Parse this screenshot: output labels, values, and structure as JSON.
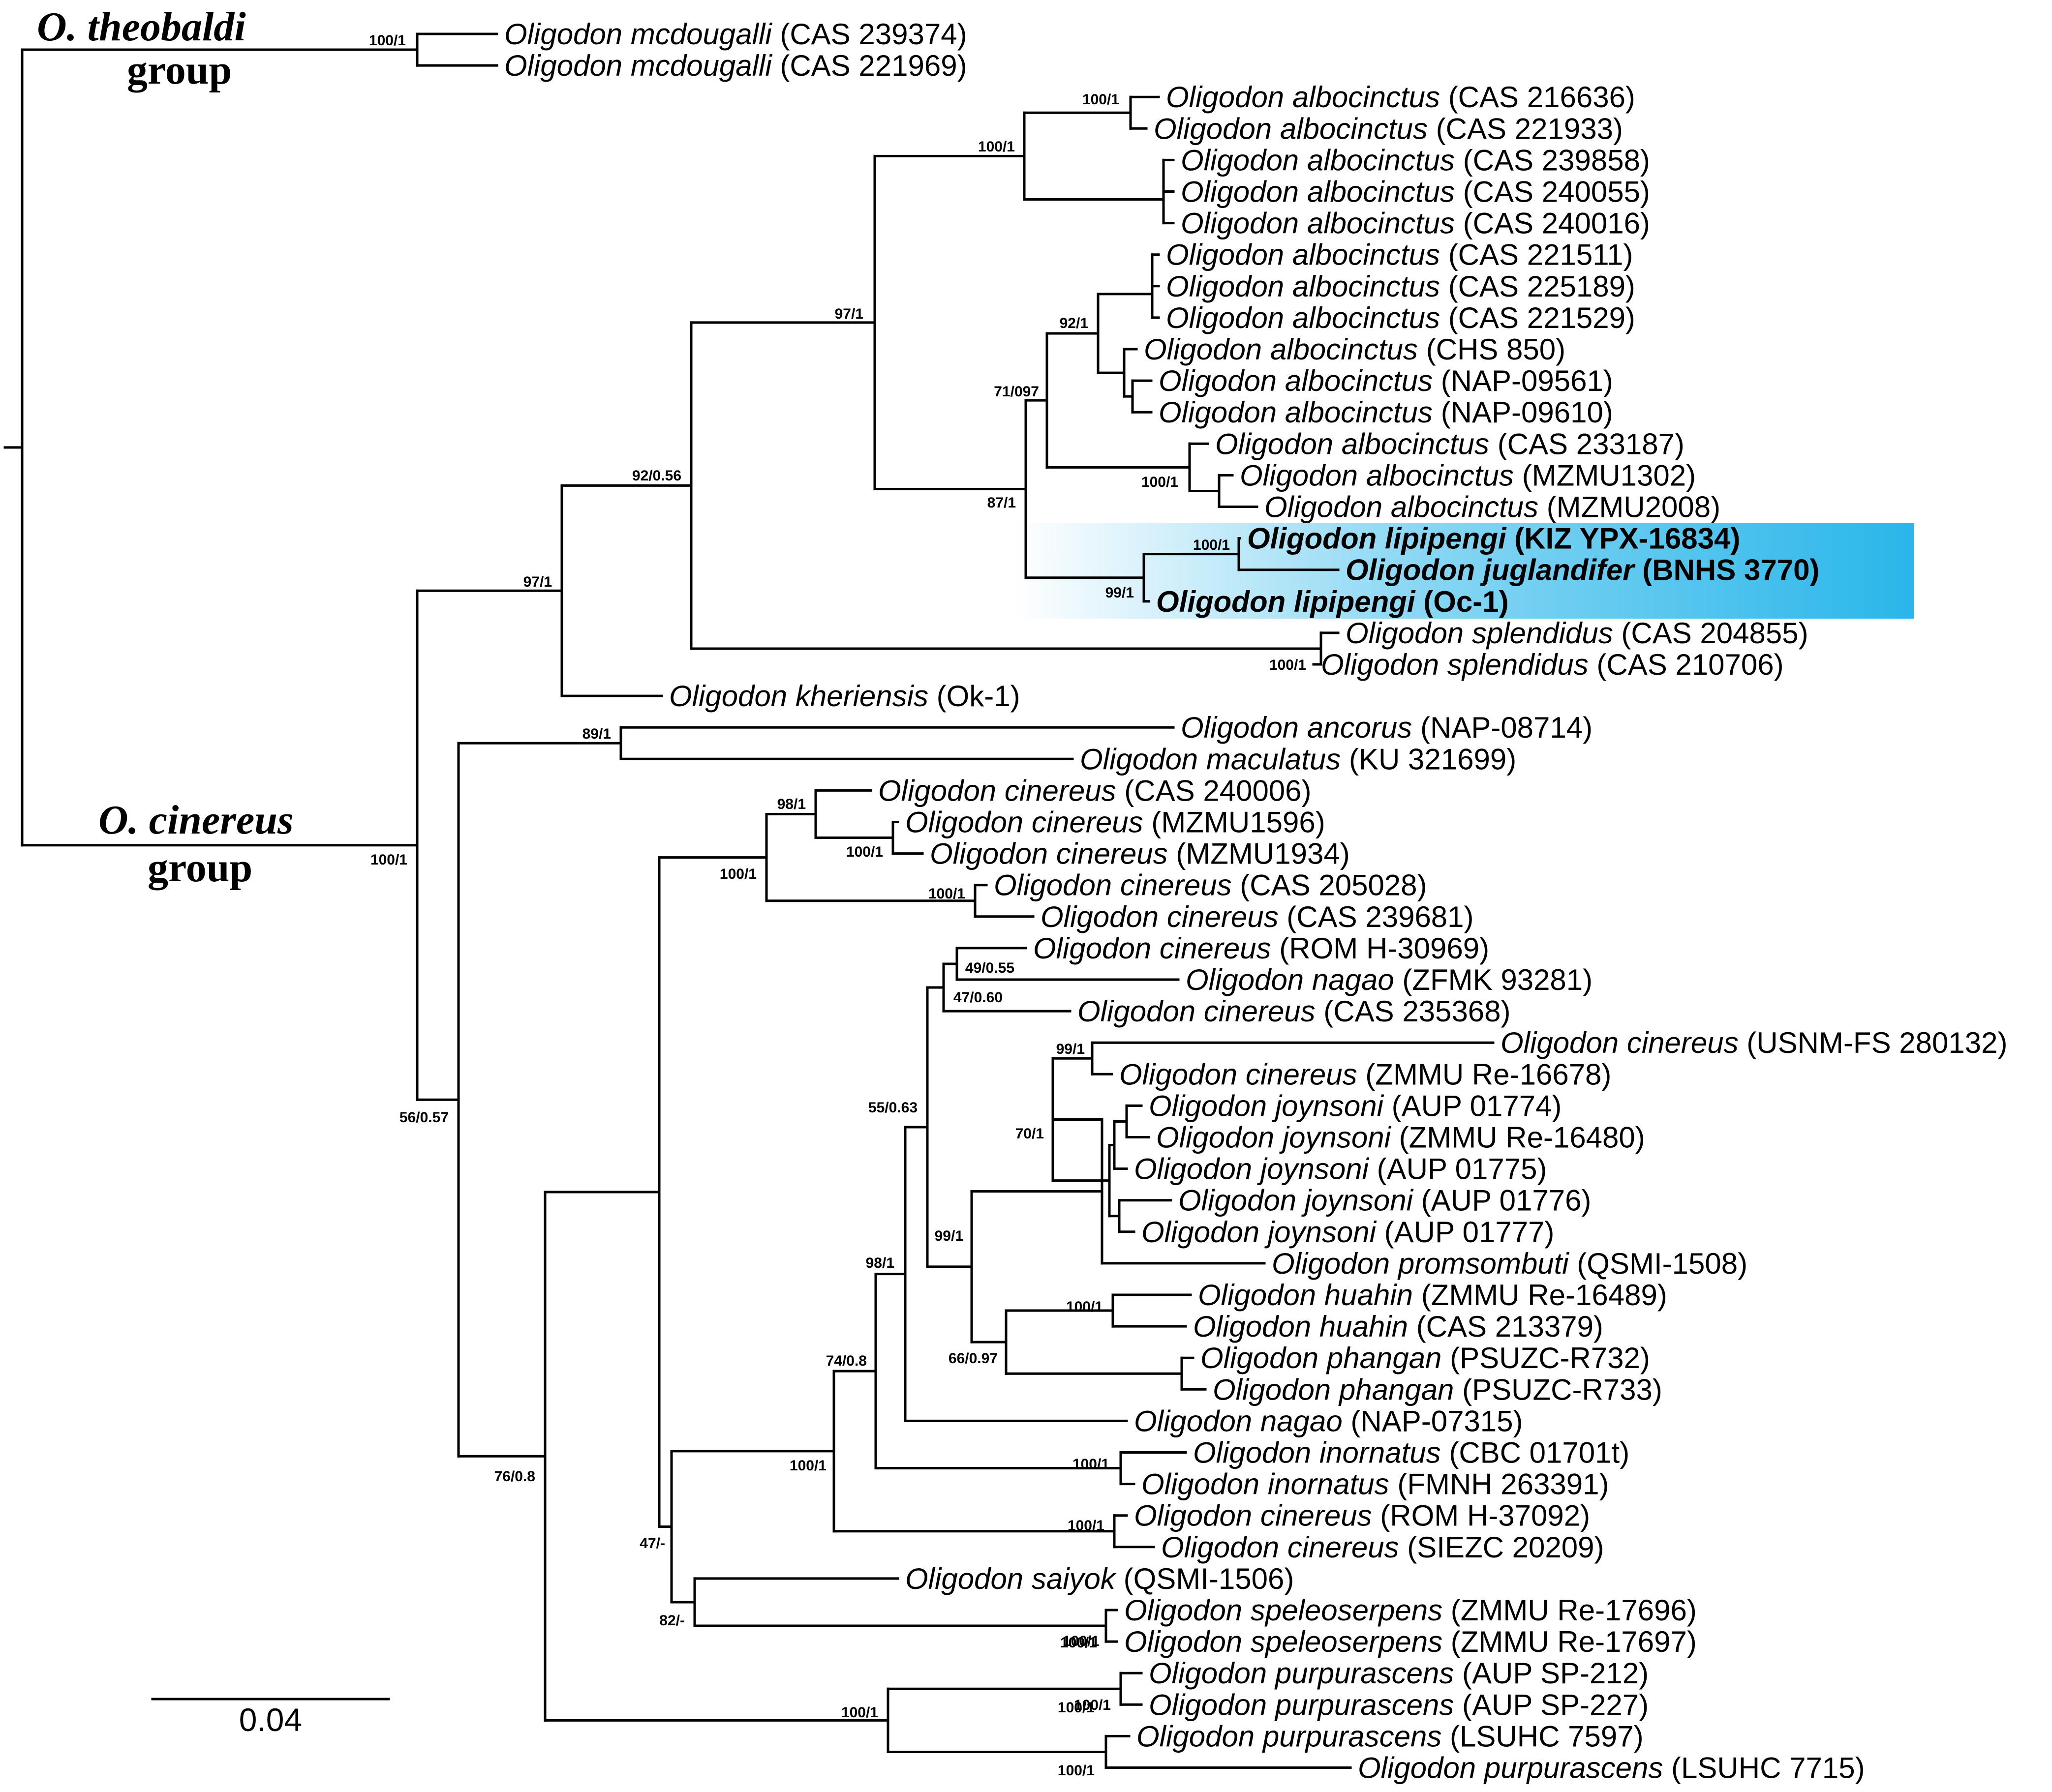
{
  "groups": [
    {
      "line1": "O. theobaldi",
      "line2": "group"
    },
    {
      "line1": "O. cinereus",
      "line2": "group"
    }
  ],
  "scale_bar": {
    "label": "0.04"
  },
  "highlight_color": "#29b6ea",
  "tips": [
    {
      "genus": "Oligodon",
      "species": "mcdougalli",
      "voucher": "(CAS 239374)"
    },
    {
      "genus": "Oligodon",
      "species": "mcdougalli",
      "voucher": "(CAS 221969)"
    },
    {
      "genus": "Oligodon",
      "species": "albocinctus",
      "voucher": "(CAS 216636)"
    },
    {
      "genus": "Oligodon",
      "species": "albocinctus",
      "voucher": "(CAS 221933)"
    },
    {
      "genus": "Oligodon",
      "species": "albocinctus",
      "voucher": "(CAS 239858)"
    },
    {
      "genus": "Oligodon",
      "species": "albocinctus",
      "voucher": "(CAS 240055)"
    },
    {
      "genus": "Oligodon",
      "species": "albocinctus",
      "voucher": "(CAS 240016)"
    },
    {
      "genus": "Oligodon",
      "species": "albocinctus",
      "voucher": "(CAS 221511)"
    },
    {
      "genus": "Oligodon",
      "species": "albocinctus",
      "voucher": "(CAS 225189)"
    },
    {
      "genus": "Oligodon",
      "species": "albocinctus",
      "voucher": "(CAS 221529)"
    },
    {
      "genus": "Oligodon",
      "species": "albocinctus",
      "voucher": "(CHS 850)"
    },
    {
      "genus": "Oligodon",
      "species": "albocinctus",
      "voucher": "(NAP-09561)"
    },
    {
      "genus": "Oligodon",
      "species": "albocinctus",
      "voucher": "(NAP-09610)"
    },
    {
      "genus": "Oligodon",
      "species": "albocinctus",
      "voucher": "(CAS 233187)"
    },
    {
      "genus": "Oligodon",
      "species": "albocinctus",
      "voucher": "(MZMU1302)"
    },
    {
      "genus": "Oligodon",
      "species": "albocinctus",
      "voucher": "(MZMU2008)"
    },
    {
      "genus": "Oligodon",
      "species": "lipipengi",
      "voucher": "(KIZ YPX-16834)",
      "highlight": true
    },
    {
      "genus": "Oligodon",
      "species": "juglandifer",
      "voucher": "(BNHS 3770)",
      "highlight": true
    },
    {
      "genus": "Oligodon",
      "species": "lipipengi",
      "voucher": "(Oc-1)",
      "highlight": true
    },
    {
      "genus": "Oligodon",
      "species": "splendidus",
      "voucher": "(CAS 204855)"
    },
    {
      "genus": "Oligodon",
      "species": "splendidus",
      "voucher": "(CAS 210706)"
    },
    {
      "genus": "Oligodon",
      "species": "kheriensis",
      "voucher": "(Ok-1)"
    },
    {
      "genus": "Oligodon",
      "species": "ancorus",
      "voucher": "(NAP-08714)"
    },
    {
      "genus": "Oligodon",
      "species": "maculatus",
      "voucher": "(KU 321699)"
    },
    {
      "genus": "Oligodon",
      "species": "cinereus",
      "voucher": "(CAS 240006)"
    },
    {
      "genus": "Oligodon",
      "species": "cinereus",
      "voucher": "(MZMU1596)"
    },
    {
      "genus": "Oligodon",
      "species": "cinereus",
      "voucher": "(MZMU1934)"
    },
    {
      "genus": "Oligodon",
      "species": "cinereus",
      "voucher": "(CAS 205028)"
    },
    {
      "genus": "Oligodon",
      "species": "cinereus",
      "voucher": "(CAS 239681)"
    },
    {
      "genus": "Oligodon",
      "species": "cinereus",
      "voucher": "(ROM H-30969)"
    },
    {
      "genus": "Oligodon",
      "species": "nagao",
      "voucher": "(ZFMK 93281)"
    },
    {
      "genus": "Oligodon",
      "species": "cinereus",
      "voucher": "(CAS 235368)"
    },
    {
      "genus": "Oligodon",
      "species": "cinereus",
      "voucher": "(USNM-FS 280132)"
    },
    {
      "genus": "Oligodon",
      "species": "cinereus",
      "voucher": "(ZMMU Re-16678)"
    },
    {
      "genus": "Oligodon",
      "species": "joynsoni",
      "voucher": "(AUP 01774)"
    },
    {
      "genus": "Oligodon",
      "species": "joynsoni",
      "voucher": "(ZMMU Re-16480)"
    },
    {
      "genus": "Oligodon",
      "species": "joynsoni",
      "voucher": "(AUP 01775)"
    },
    {
      "genus": "Oligodon",
      "species": "joynsoni",
      "voucher": "(AUP 01776)"
    },
    {
      "genus": "Oligodon",
      "species": "joynsoni",
      "voucher": "(AUP 01777)"
    },
    {
      "genus": "Oligodon",
      "species": "promsombuti",
      "voucher": "(QSMI-1508)"
    },
    {
      "genus": "Oligodon",
      "species": "huahin",
      "voucher": "(ZMMU Re-16489)"
    },
    {
      "genus": "Oligodon",
      "species": "huahin",
      "voucher": "(CAS 213379)"
    },
    {
      "genus": "Oligodon",
      "species": "phangan",
      "voucher": "(PSUZC-R732)"
    },
    {
      "genus": "Oligodon",
      "species": "phangan",
      "voucher": "(PSUZC-R733)"
    },
    {
      "genus": "Oligodon",
      "species": "nagao",
      "voucher": "(NAP-07315)"
    },
    {
      "genus": "Oligodon",
      "species": "inornatus",
      "voucher": "(CBC 01701t)"
    },
    {
      "genus": "Oligodon",
      "species": "inornatus",
      "voucher": "(FMNH 263391)"
    },
    {
      "genus": "Oligodon",
      "species": "cinereus",
      "voucher": "(ROM H-37092)"
    },
    {
      "genus": "Oligodon",
      "species": "cinereus",
      "voucher": "(SIEZC 20209)"
    },
    {
      "genus": "Oligodon",
      "species": "saiyok",
      "voucher": "(QSMI-1506)"
    },
    {
      "genus": "Oligodon",
      "species": "speleoserpens",
      "voucher": "(ZMMU Re-17696)"
    },
    {
      "genus": "Oligodon",
      "species": "speleoserpens",
      "voucher": "(ZMMU Re-17697)"
    },
    {
      "genus": "Oligodon",
      "species": "purpurascens",
      "voucher": "(AUP SP-212)"
    },
    {
      "genus": "Oligodon",
      "species": "purpurascens",
      "voucher": "(AUP SP-227)"
    },
    {
      "genus": "Oligodon",
      "species": "purpurascens",
      "voucher": "(LSUHC 7597)"
    },
    {
      "genus": "Oligodon",
      "species": "purpurascens",
      "voucher": "(LSUHC 7715)"
    }
  ],
  "supports": [
    "100/1",
    "100/1",
    "100/1",
    "97/1",
    "92/1",
    "71/097",
    "100/1",
    "87/1",
    "100/1",
    "99/1",
    "100/1",
    "92/0.56",
    "97/1",
    "89/1",
    "98/1",
    "100/1",
    "100/1",
    "100/1",
    "49/0.55",
    "47/0.60",
    "99/1",
    "70/1",
    "55/0.63",
    "99/1",
    "100/1",
    "66/0.97",
    "98/1",
    "100/1",
    "74/0.8",
    "100/1",
    "100/1",
    "100/1",
    "47/-",
    "100/1",
    "82/-",
    "100/1",
    "100/1",
    "100/1",
    "100/1",
    "76/0.8",
    "56/0.57",
    "100/1"
  ]
}
